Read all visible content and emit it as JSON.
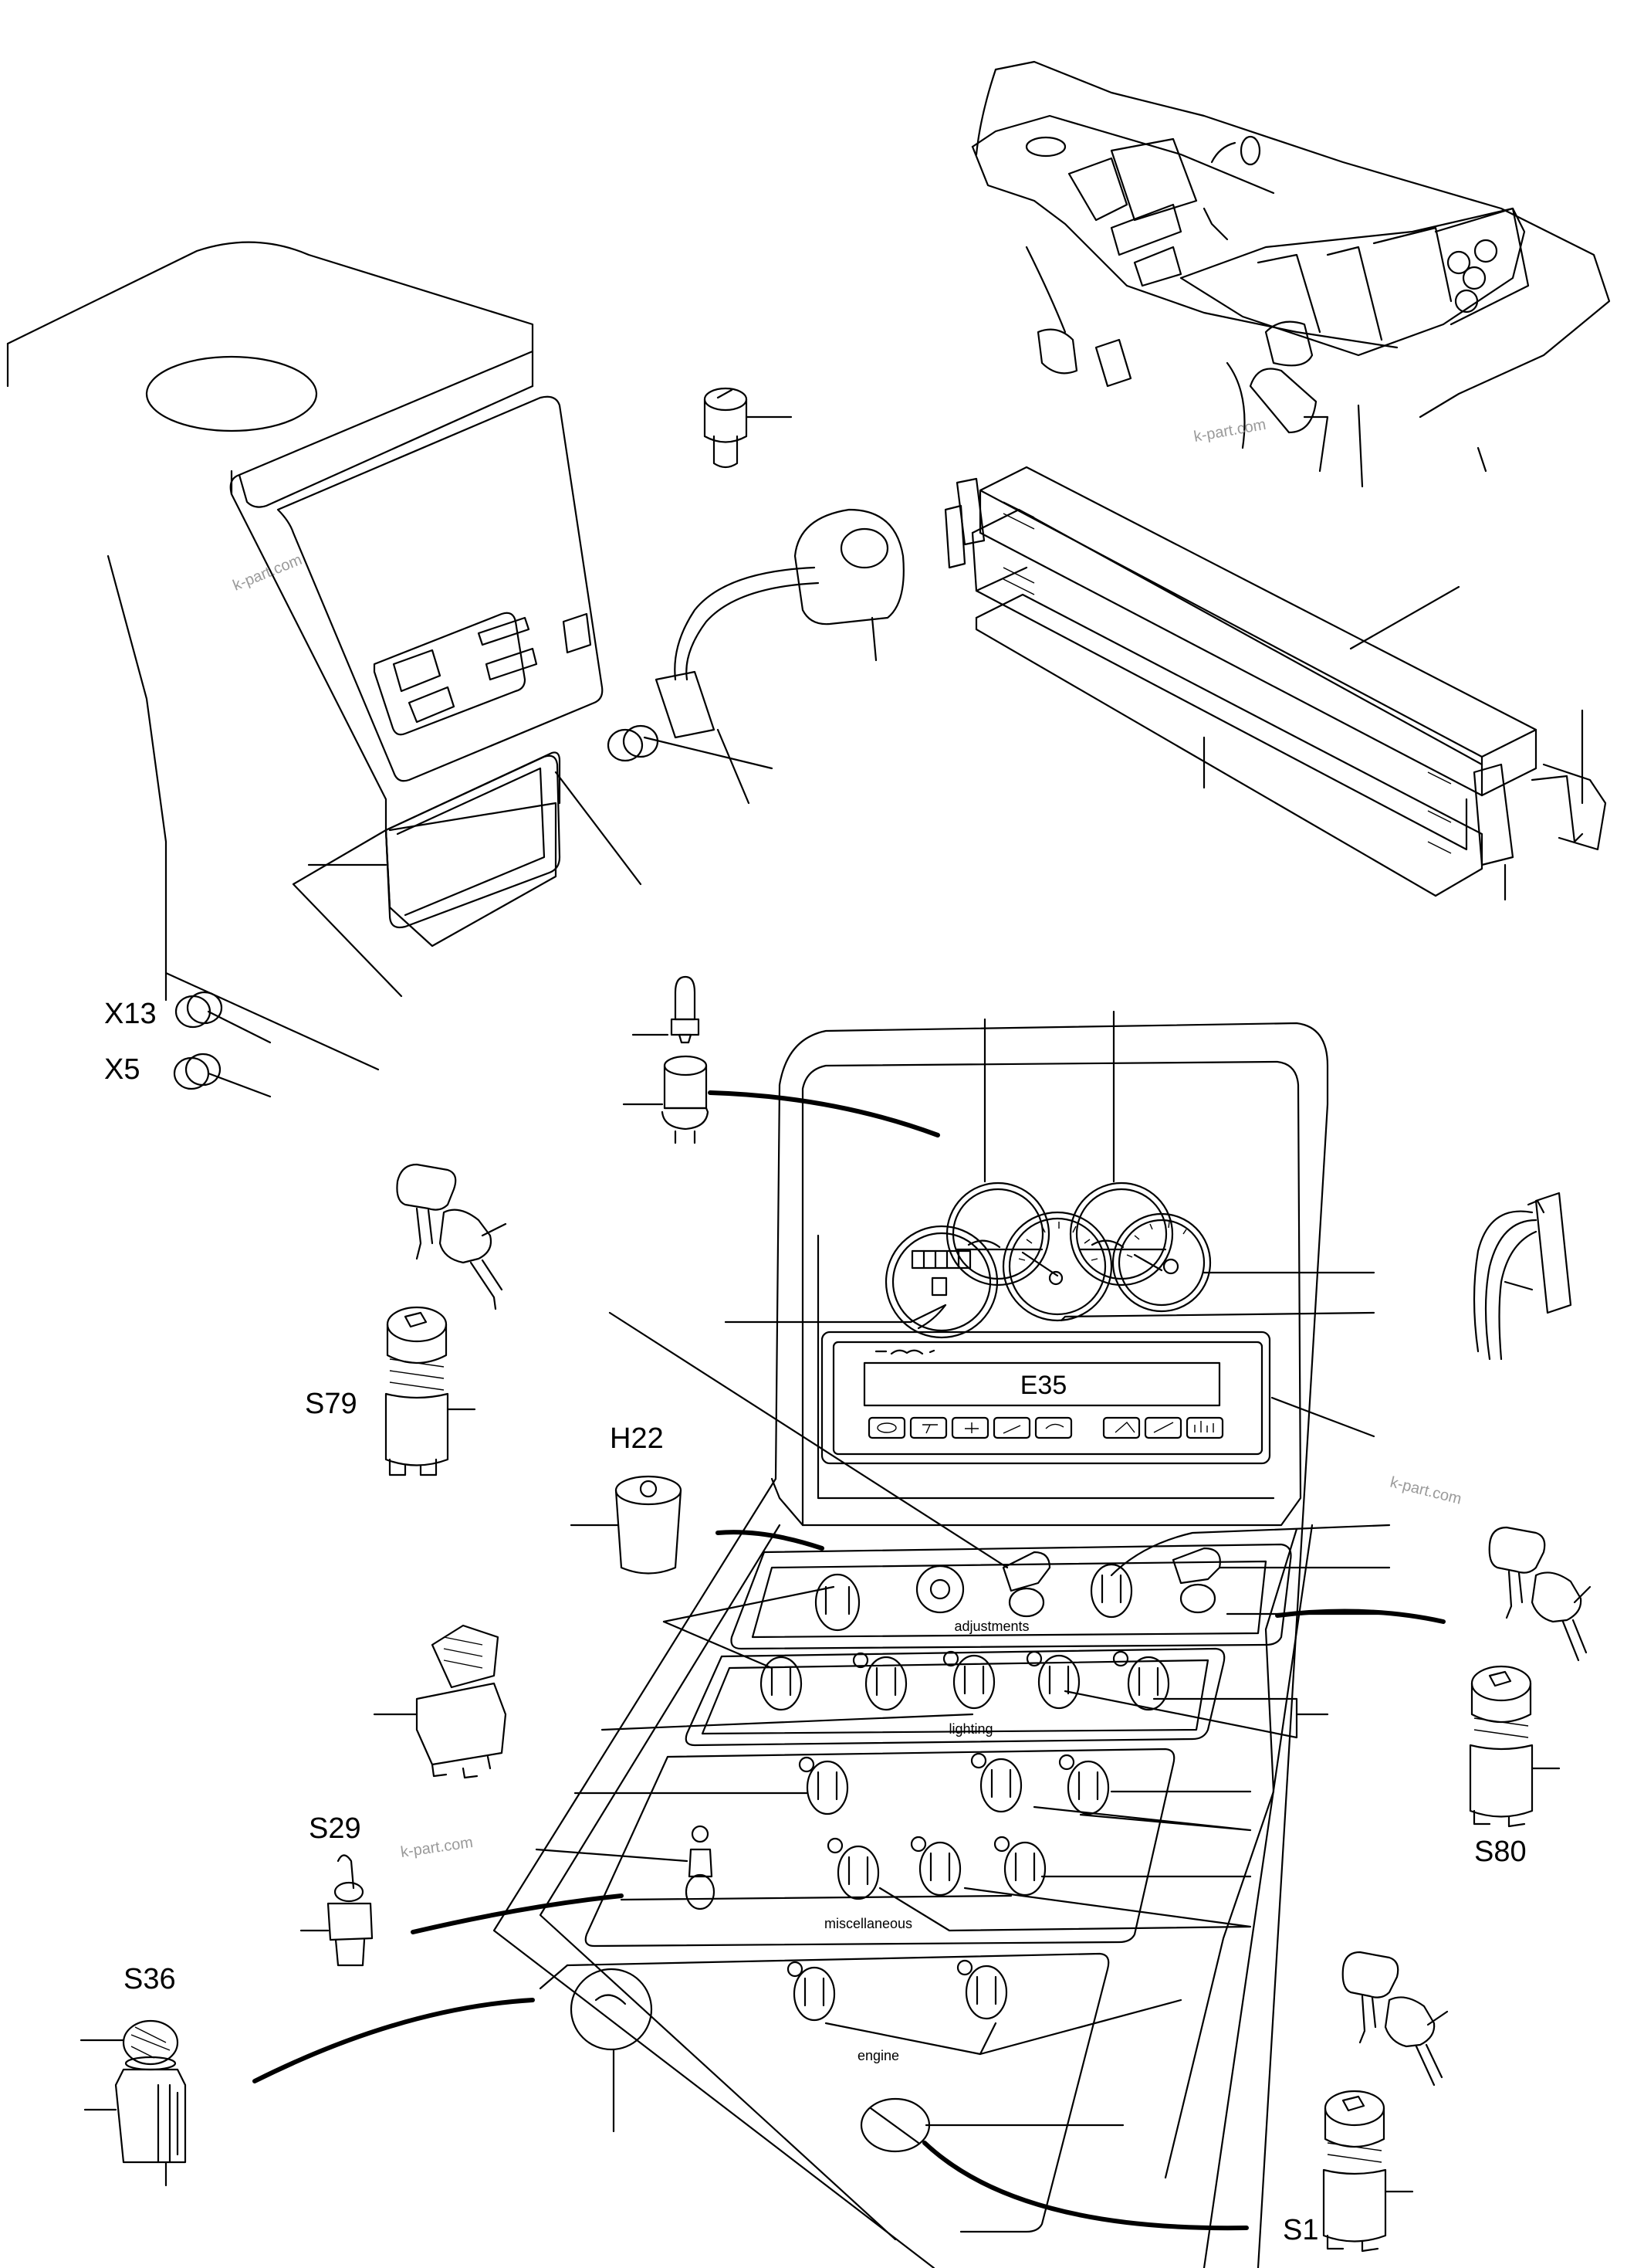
{
  "labels": {
    "x13": "X13",
    "x5": "X5",
    "s79": "S79",
    "h22": "H22",
    "s29": "S29",
    "s36": "S36",
    "s80": "S80",
    "s1": "S1"
  },
  "panel": {
    "display_code": "E35",
    "section_adjustments": "adjustments",
    "section_lighting": "lighting",
    "section_miscellaneous": "miscellaneous",
    "section_engine": "engine"
  },
  "watermarks": [
    "k-part.com",
    "k-part.com",
    "k-part.com",
    "k-part.com"
  ]
}
